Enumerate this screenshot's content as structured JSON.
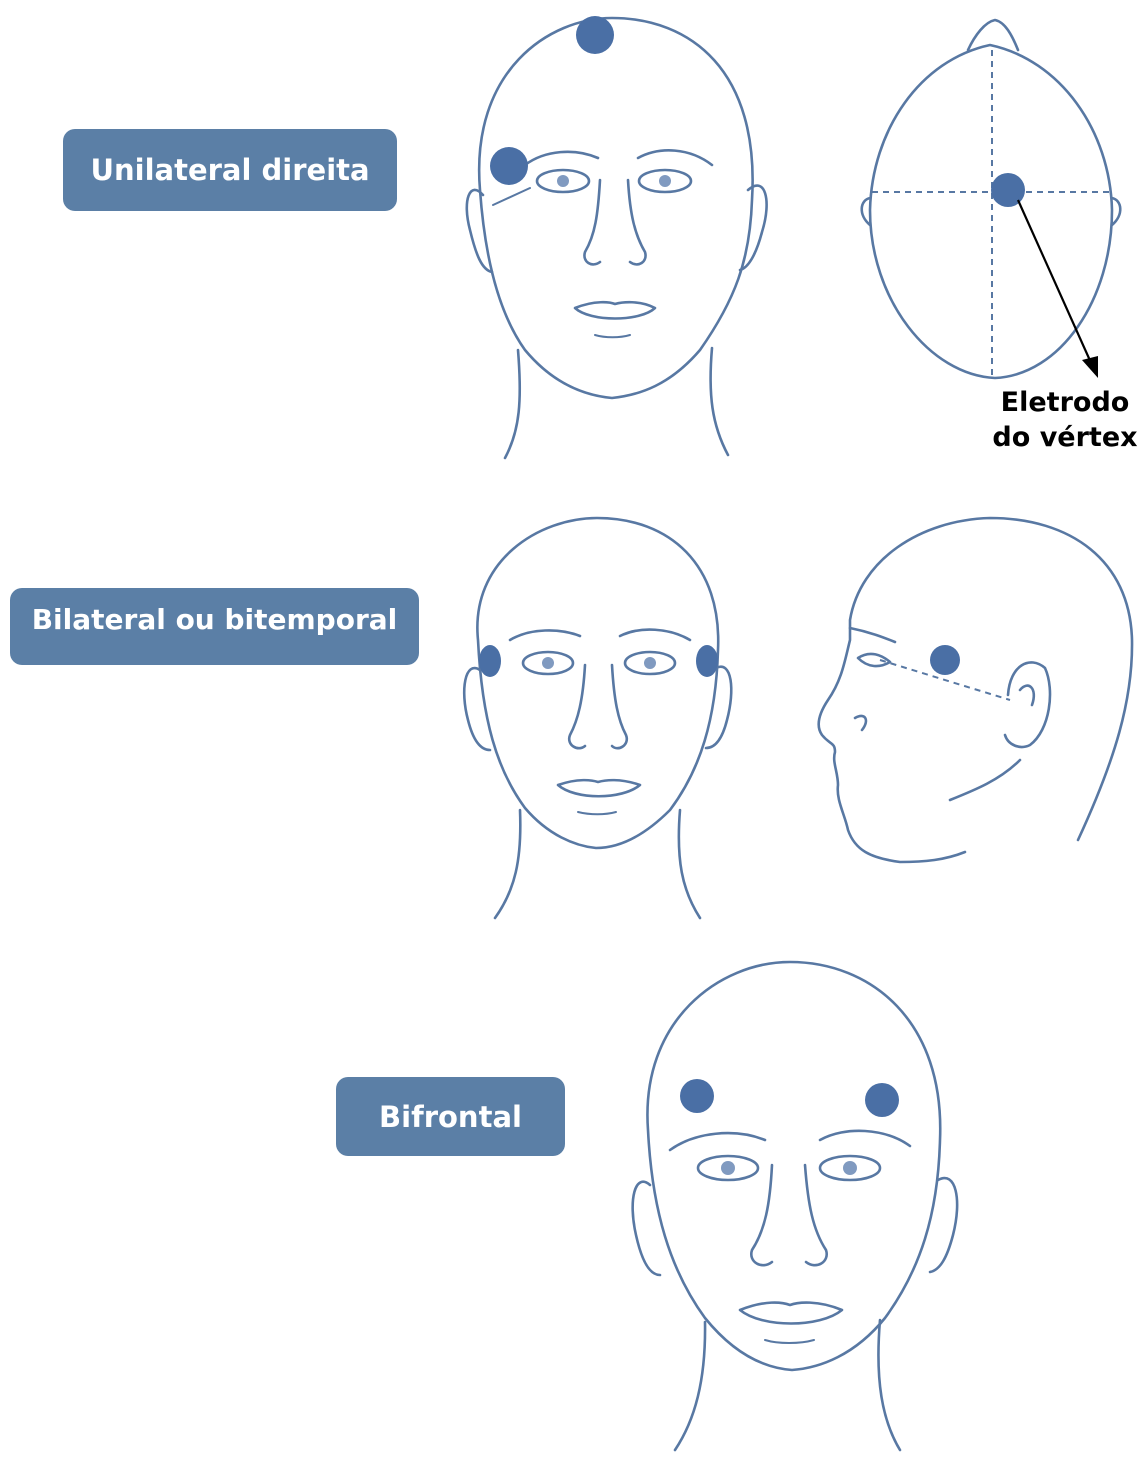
{
  "labels": {
    "unilateral": "Unilateral direita",
    "bilateral": "Bilateral ou bitemporal",
    "bifrontal": "Bifrontal"
  },
  "callout": {
    "line1": "Eletrodo",
    "line2": "do vértex"
  },
  "colors": {
    "label_bg": "#5b7fa6",
    "line": "#5878a3",
    "electrode": "#4a6fa5",
    "text": "#000000"
  }
}
